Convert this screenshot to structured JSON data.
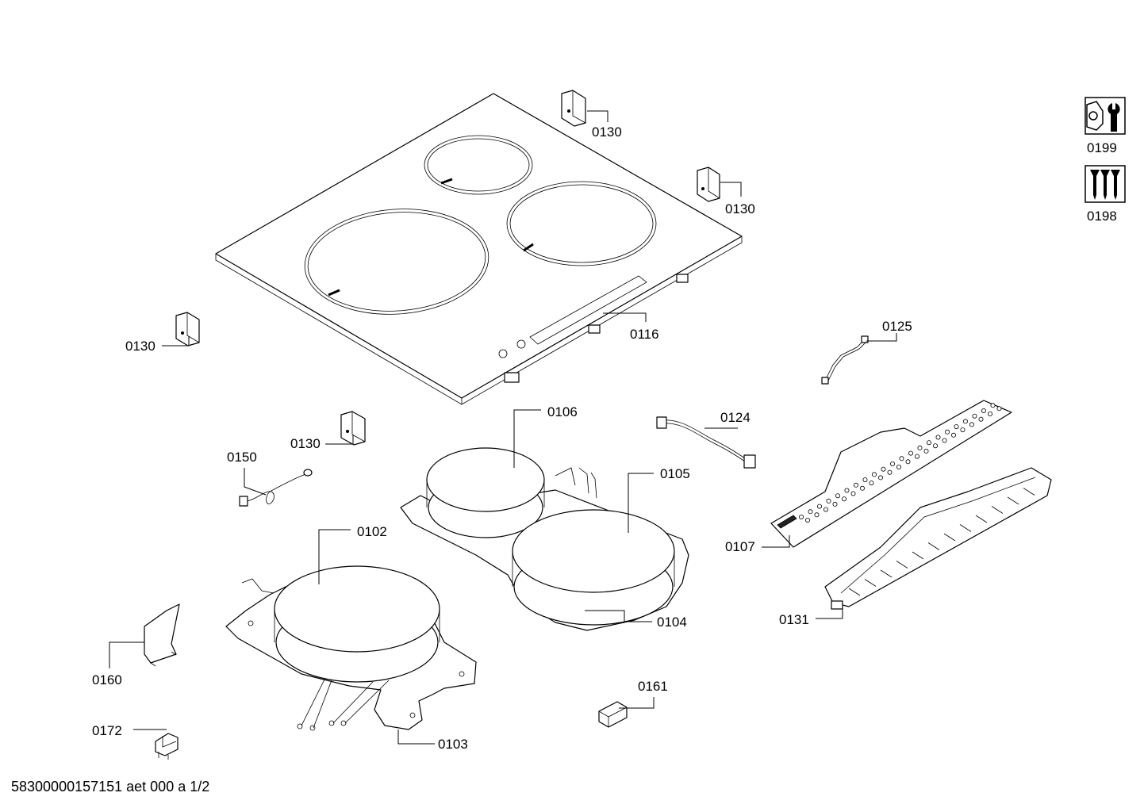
{
  "labels": {
    "p0130_a": "0130",
    "p0130_b": "0130",
    "p0130_c": "0130",
    "p0130_d": "0130",
    "p0116": "0116",
    "p0125": "0125",
    "p0124": "0124",
    "p0106": "0106",
    "p0105": "0105",
    "p0150": "0150",
    "p0102": "0102",
    "p0107": "0107",
    "p0131": "0131",
    "p0104": "0104",
    "p0160": "0160",
    "p0161": "0161",
    "p0172": "0172",
    "p0103": "0103",
    "p0199": "0199",
    "p0198": "0198"
  },
  "footer": "58300000157151 aet 000 a 1/2",
  "icons": {
    "service_kit": "wrench-nut-icon",
    "screw_set": "screws-icon"
  }
}
